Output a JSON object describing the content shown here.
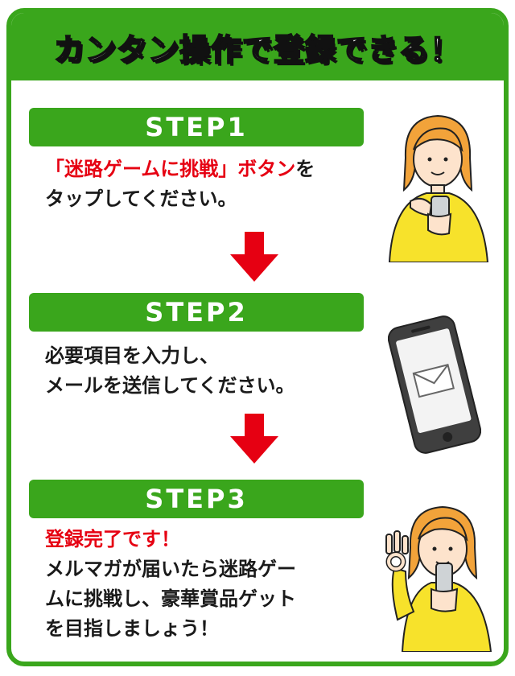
{
  "header": {
    "title_part1": "カンタン",
    "title_part2": "操作",
    "title_part3": "で",
    "title_part4": "登録",
    "title_part5": "できる！"
  },
  "steps": [
    {
      "label": "STEP1",
      "lines": [
        {
          "red": "「迷路ゲームに挑戦」ボタン",
          "text": "を"
        },
        {
          "red": "",
          "text": "タップしてください。"
        }
      ]
    },
    {
      "label": "STEP2",
      "lines": [
        {
          "red": "",
          "text": "必要項目を入力し、"
        },
        {
          "red": "",
          "text": "メールを送信してください。"
        }
      ]
    },
    {
      "label": "STEP3",
      "lines": [
        {
          "red": "登録完了です！",
          "text": ""
        },
        {
          "red": "",
          "text": "メルマガが届いたら迷路ゲー"
        },
        {
          "red": "",
          "text": "ムに挑戦し、豪華賞品ゲット"
        },
        {
          "red": "",
          "text": "を目指しましょう！"
        }
      ]
    }
  ],
  "colors": {
    "green": "#3aa61c",
    "red": "#e60012",
    "yellow": "#ffe23a"
  },
  "icons": [
    "arrow-down-icon",
    "woman-phone-icon",
    "smartphone-mail-icon",
    "woman-ok-icon"
  ]
}
